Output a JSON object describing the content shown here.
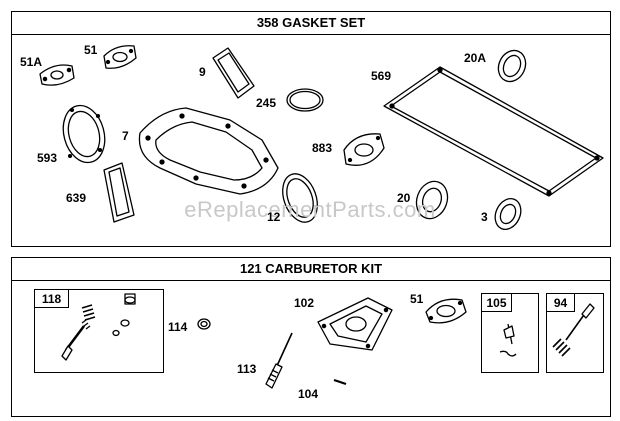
{
  "gasket_set": {
    "title": "358 GASKET SET",
    "parts": {
      "p51A": "51A",
      "p51": "51",
      "p9": "9",
      "p245": "245",
      "p569": "569",
      "p20A": "20A",
      "p593": "593",
      "p7": "7",
      "p883": "883",
      "p639": "639",
      "p12": "12",
      "p20": "20",
      "p3": "3"
    }
  },
  "carburetor_kit": {
    "title": "121 CARBURETOR KIT",
    "parts": {
      "p118": "118",
      "p114": "114",
      "p102": "102",
      "p51": "51",
      "p105": "105",
      "p94": "94",
      "p113": "113",
      "p104": "104"
    }
  },
  "watermark": "eReplacementParts.com"
}
